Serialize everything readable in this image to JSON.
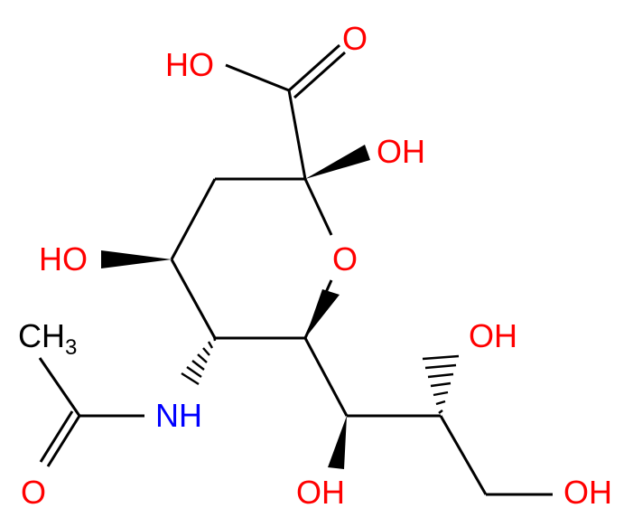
{
  "colors": {
    "oxygen": "#ff0000",
    "nitrogen": "#0000ff",
    "carbon": "#000000",
    "background": "#ffffff"
  },
  "atoms": {
    "o_carbonyl_acid": "O",
    "oh_acid": "HO",
    "oh_c2": "OH",
    "o_ring": "O",
    "oh_c4": "HO",
    "ch3_c": "CH",
    "ch3_sub": "3",
    "nh": "NH",
    "o_amide": "O",
    "oh_c8": "OH",
    "oh_c7": "OH",
    "oh_c9": "OH"
  }
}
